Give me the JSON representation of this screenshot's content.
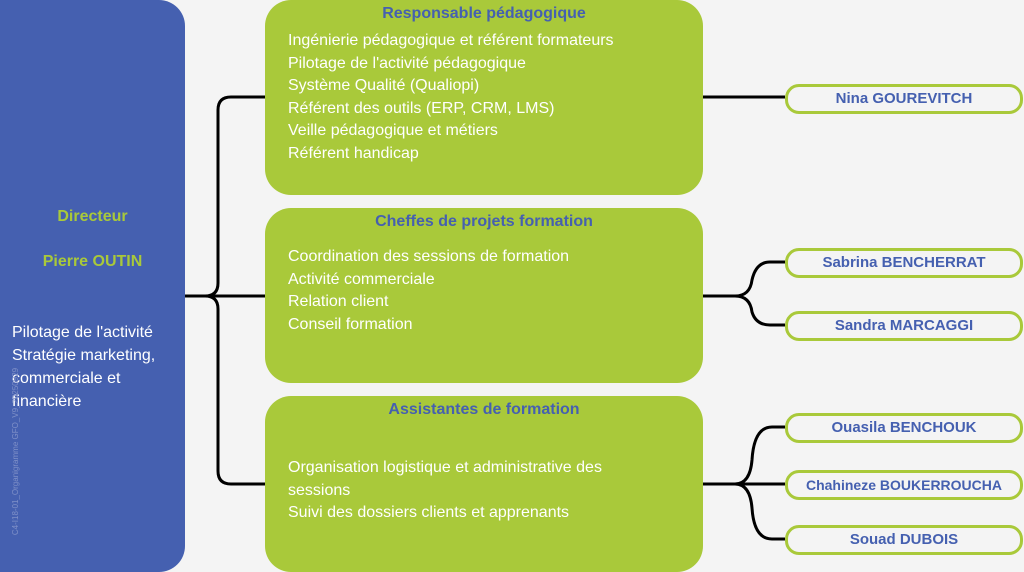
{
  "director": {
    "role": "Directeur",
    "name": "Pierre OUTIN",
    "duties": [
      "Pilotage de l'activité",
      "Stratégie marketing,",
      "commerciale et",
      "financière"
    ],
    "reference": "C4-I18-01_Organigramme GFO_V9_20250929"
  },
  "teams": [
    {
      "title": "Responsable pédagogique",
      "items": [
        "Ingénierie pédagogique et référent formateurs",
        "Pilotage de l'activité pédagogique",
        "Système Qualité (Qualiopi)",
        "Référent des outils (ERP, CRM, LMS)",
        "Veille pédagogique et métiers",
        "Référent handicap"
      ],
      "members": [
        "Nina GOUREVITCH"
      ]
    },
    {
      "title": "Cheffes de projets formation",
      "items": [
        "Coordination des sessions de formation",
        "Activité commerciale",
        "Relation client",
        "Conseil formation"
      ],
      "members": [
        "Sabrina BENCHERRAT",
        "Sandra MARCAGGI"
      ]
    },
    {
      "title": "Assistantes de formation",
      "items": [
        "Organisation logistique et administrative des sessions",
        "Suivi des dossiers clients et apprenants"
      ],
      "members": [
        "Ouasila BENCHOUK",
        "Chahineze BOUKERROUCHA",
        "Souad DUBOIS"
      ]
    }
  ],
  "colors": {
    "blue": "#4560b0",
    "green": "#a9c93a",
    "background": "#f4f4f4"
  }
}
